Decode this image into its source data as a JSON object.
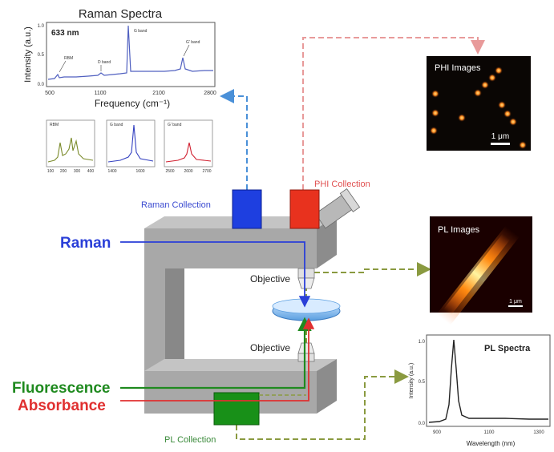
{
  "raman_spectra": {
    "title": "Raman  Spectra",
    "wavelength": "633 nm",
    "ylabel": "Intensity (a.u.)",
    "xlabel": "Frequency (cm⁻¹)",
    "y_ticks": [
      "0.0",
      "0.5",
      "1.0"
    ],
    "x_ticks": [
      "500",
      "1100",
      "2100",
      "2800"
    ],
    "annotations": [
      "RBM",
      "D band",
      "G band",
      "G' band"
    ]
  },
  "raman_insets": [
    {
      "title": "RBM",
      "color": "#7a8a2a",
      "x_ticks": [
        "100",
        "200",
        "300",
        "400"
      ]
    },
    {
      "title": "G band",
      "color": "#3340c0",
      "x_ticks": [
        "1400",
        "1600"
      ]
    },
    {
      "title": "G' band",
      "color": "#d02030",
      "x_ticks": [
        "2500",
        "2600",
        "2700"
      ]
    }
  ],
  "phi_images": {
    "title": "PHI Images",
    "scale": "1 μm"
  },
  "pl_images": {
    "title": "PL Images",
    "scale": "1 μm"
  },
  "pl_spectra": {
    "title": "PL Spectra",
    "ylabel": "Intensity (a.u.)",
    "xlabel": "Wavelength (nm)",
    "y_ticks": [
      "0.0",
      "0.5",
      "1.0"
    ],
    "x_ticks": [
      "900",
      "1100",
      "1300"
    ]
  },
  "labels": {
    "raman_collection": "Raman Collection",
    "phi_collection": "PHI Collection",
    "pl_collection": "PL Collection",
    "objective_top": "Objective",
    "objective_bottom": "Objective",
    "raman": "Raman",
    "fluorescence": "Fluorescence",
    "absorbance": "Absorbance"
  },
  "colors": {
    "raman": "#2a3fd8",
    "fluorescence": "#1f8a1f",
    "absorbance": "#e03030",
    "phi_dashed": "#e89a9a",
    "raman_dashed": "#4a90d8",
    "pl_dashed": "#8a9a40",
    "microscope": "#a8a8a8"
  }
}
